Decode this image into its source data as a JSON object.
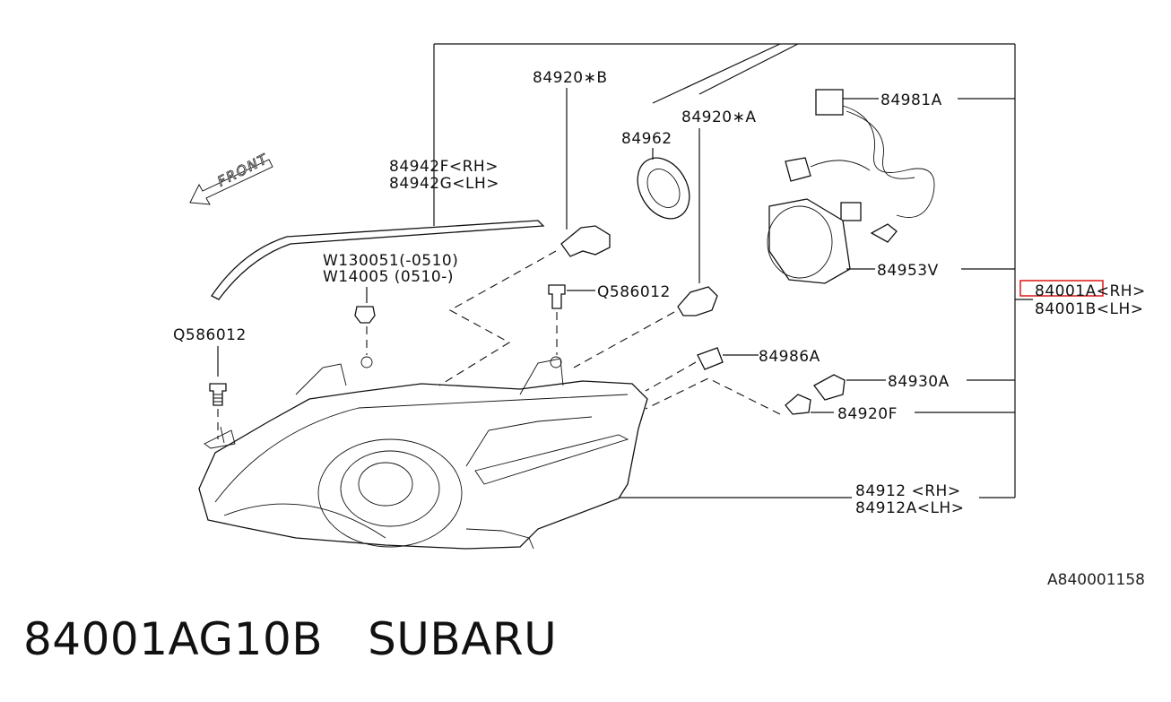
{
  "labels": {
    "p84920B": "84920∗B",
    "p84920A": "84920∗A",
    "p84962": "84962",
    "p84981A": "84981A",
    "p84942F": "84942F<RH>",
    "p84942G": "84942G<LH>",
    "front": "FRONT",
    "w130051": "W130051(-0510)",
    "w14005": "W14005 (0510-)",
    "q586012_right": "Q586012",
    "q586012_left": "Q586012",
    "p84953V": "84953V",
    "p84001A": "84001A<RH>",
    "p84001B": "84001B<LH>",
    "p84986A": "84986A",
    "p84930A": "84930A",
    "p84920F": "84920F",
    "p84912": "84912 <RH>",
    "p84912A": "84912A<LH>",
    "diagram_ref": "A840001158"
  },
  "caption": {
    "part_number": "84001AG10B",
    "brand": "SUBARU"
  },
  "colors": {
    "highlight": "#e02424",
    "ink": "#111111"
  }
}
